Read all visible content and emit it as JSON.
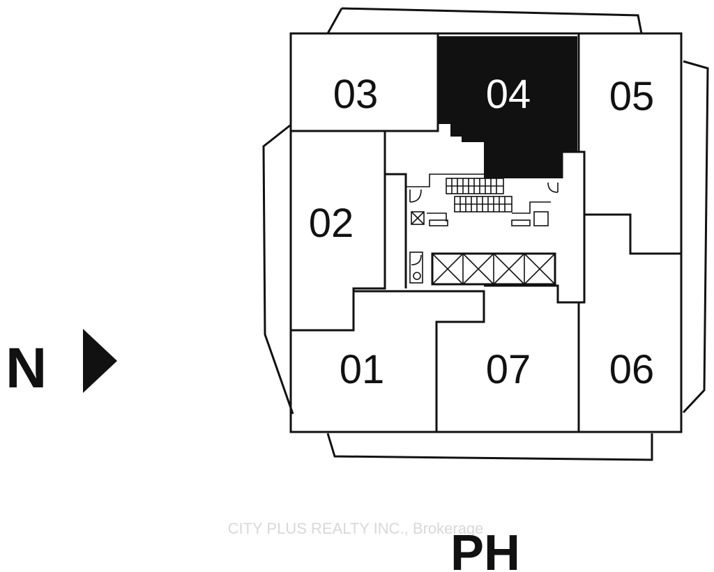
{
  "units": {
    "u01": "01",
    "u02": "02",
    "u03": "03",
    "u04": "04",
    "u05": "05",
    "u06": "06",
    "u07": "07"
  },
  "highlighted_unit": "04",
  "compass": {
    "label": "N",
    "icon": "triangle-right-icon"
  },
  "floor_label": "PH",
  "watermark": "CITY PLUS REALTY INC., Brokerage",
  "colors": {
    "highlight": "#111111",
    "lines": "#111111",
    "background": "#ffffff"
  }
}
